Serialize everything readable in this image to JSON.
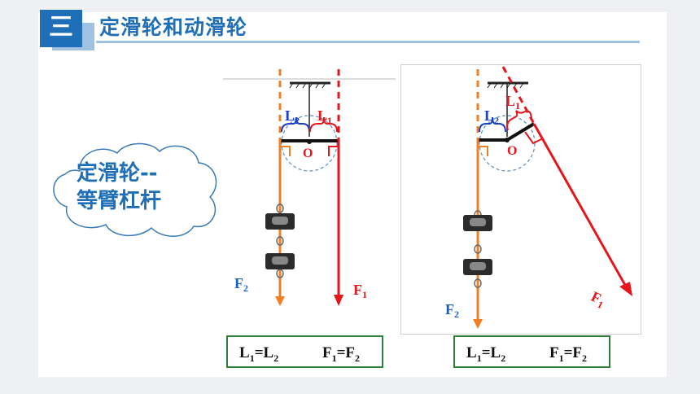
{
  "header": {
    "badge": "三",
    "title": "定滑轮和动滑轮"
  },
  "cloud": {
    "line1": "定滑轮--",
    "line2": "等臂杠杆"
  },
  "figure_left": {
    "labels": {
      "F1": "F",
      "F1_sub": "1",
      "F2": "F",
      "F2_sub": "2",
      "L1": "L",
      "L1_sub": "1",
      "L2": "L",
      "L2_sub": "2",
      "O": "O"
    },
    "equation": {
      "left_a": "L",
      "left_a_sub": "1",
      "left_b": "=L",
      "left_b_sub": "2",
      "right_a": "F",
      "right_a_sub": "1",
      "right_b": "=F",
      "right_b_sub": "2"
    }
  },
  "figure_right": {
    "labels": {
      "F1": "F",
      "F1_sub": "1",
      "F2": "F",
      "F2_sub": "2",
      "L1": "L",
      "L1_sub": "1",
      "L2": "L",
      "L2_sub": "2",
      "O": "O"
    },
    "equation": {
      "left_a": "L",
      "left_a_sub": "1",
      "left_b": "=L",
      "left_b_sub": "2",
      "right_a": "F",
      "right_a_sub": "1",
      "right_b": "=F",
      "right_b_sub": "2"
    }
  },
  "colors": {
    "accent": "#1f6fb8",
    "force_red": "#e8141b",
    "force_orange": "#f07f24",
    "box_green": "#2e7d3a"
  }
}
